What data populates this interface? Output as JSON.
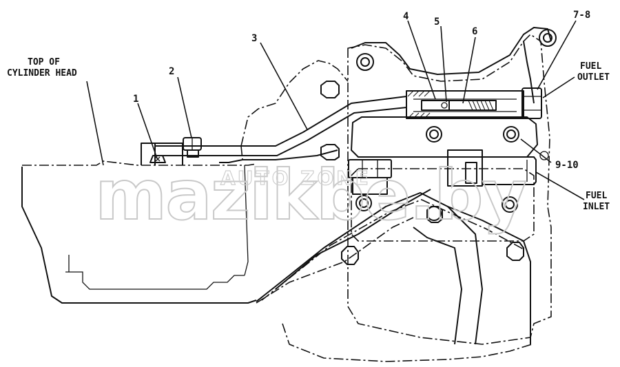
{
  "labels": {
    "top_of_head_line1": "TOP OF",
    "top_of_head_line2": "CYLINDER HEAD",
    "fuel_outlet_line1": "FUEL",
    "fuel_outlet_line2": "OUTLET",
    "fuel_inlet_line1": "FUEL",
    "fuel_inlet_line2": "INLET"
  },
  "callouts": {
    "c1": "1",
    "c2": "2",
    "c3": "3",
    "c4": "4",
    "c5": "5",
    "c6": "6",
    "c7_8": "7-8",
    "c9_10": "9-10"
  },
  "watermark": {
    "main": "mazikbe.by",
    "sub": "AUTO ZONE"
  }
}
